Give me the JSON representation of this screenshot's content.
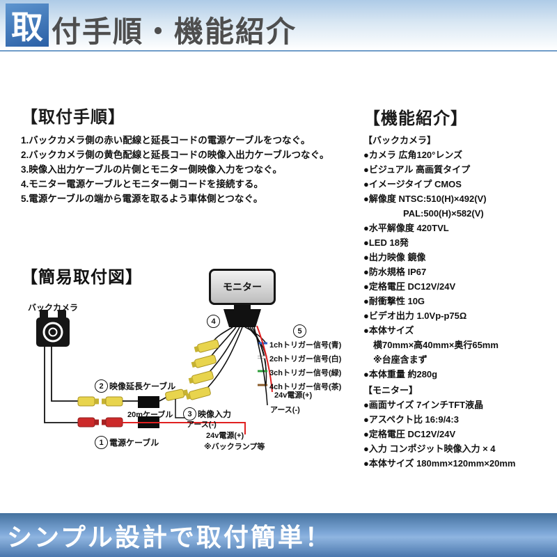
{
  "header": {
    "title_first_char": "取",
    "title_rest": "付手順・機能紹介"
  },
  "install": {
    "heading": "【取付手順】",
    "steps": [
      "1.バックカメラ側の赤い配線と延長コードの電源ケーブルをつなぐ。",
      "2.バックカメラ側の黄色配線と延長コードの映像入出力ケーブルつなぐ。",
      "3.映像入出力ケーブルの片側とモニター側映像入力をつなぐ。",
      "4.モニター電源ケーブルとモニター側コードを接続する。",
      "5.電源ケーブルの端から電源を取るよう車体側とつなぐ。"
    ]
  },
  "diagram": {
    "heading": "【簡易取付図】",
    "monitor": "モニター",
    "camera": "バックカメラ",
    "callouts": {
      "c1": "1",
      "c2": "2",
      "c3": "3",
      "c4": "4",
      "c5": "5"
    },
    "labels": {
      "trigger1": "1chトリガー信号(青)",
      "trigger2": "2chトリガー信号(白)",
      "trigger3": "3chトリガー信号(緑)",
      "trigger4": "4chトリガー信号(茶)",
      "power_24v": "24v電源(+)",
      "earth": "アース(-)",
      "video_extension": "映像延長ケーブル",
      "cable_20m": "20mケーブル",
      "video_input": "映像入力",
      "earth2": "アース(-)",
      "power_24v_2": "24v電源(+)",
      "backlamp_note": "※バックランプ等",
      "power_cable": "電源ケーブル"
    }
  },
  "features": {
    "heading": "【機能紹介】",
    "camera": {
      "title": "【バックカメラ】",
      "items": [
        "●カメラ 広角120°レンズ",
        "●ビジュアル 高画質タイプ",
        "●イメージタイプ CMOS",
        "●解像度 NTSC:510(H)×492(V)",
        "PAL:500(H)×582(V)",
        "●水平解像度 420TVL",
        "●LED 18発",
        "●出力映像 鏡像",
        "●防水規格 IP67",
        "●定格電圧 DC12V/24V",
        "●耐衝撃性 10G",
        "●ビデオ出力 1.0Vp-p75Ω",
        "●本体サイズ",
        "横70mm×高40mm×奥行65mm",
        "※台座含まず",
        "●本体重量 約280g"
      ]
    },
    "monitor": {
      "title": "【モニター】",
      "items": [
        "●画面サイズ 7インチTFT液晶",
        "●アスペクト比 16:9/4:3",
        "●定格電圧 DC12V/24V",
        "●入力 コンポジット映像入力 × 4",
        "●本体サイズ 180mm×120mm×20mm"
      ]
    }
  },
  "footer": {
    "text": "シンプル設計で取付簡単！"
  },
  "colors": {
    "wire_red": "#e02020",
    "trigger_blue": "#2b5fc7",
    "trigger_white": "#f2f2f2",
    "trigger_green": "#2e9e3a",
    "trigger_brown": "#8a5a28",
    "connector_yellow": "#e8d44d"
  }
}
